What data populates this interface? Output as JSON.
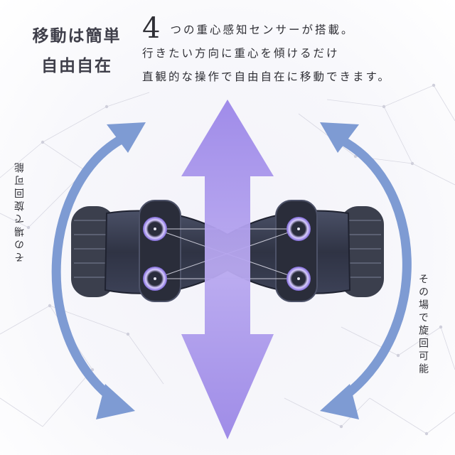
{
  "headline": {
    "line1": "移動は簡単",
    "line2": "自由自在"
  },
  "description": {
    "number": "4",
    "line1_rest": "つの重心感知センサーが搭載。",
    "line2": "行きたい方向に重心を傾けるだけ",
    "line3": "直観的な操作で自由自在に移動できます。"
  },
  "rotation_left": "その場で旋回可能",
  "rotation_right": "その場で旋回可能",
  "colors": {
    "arrow_blue": "#7e9bd3",
    "arrow_purple": "#9c8ae6",
    "sensor_ring": "#b7a6ff",
    "board": "#3a3f52"
  }
}
